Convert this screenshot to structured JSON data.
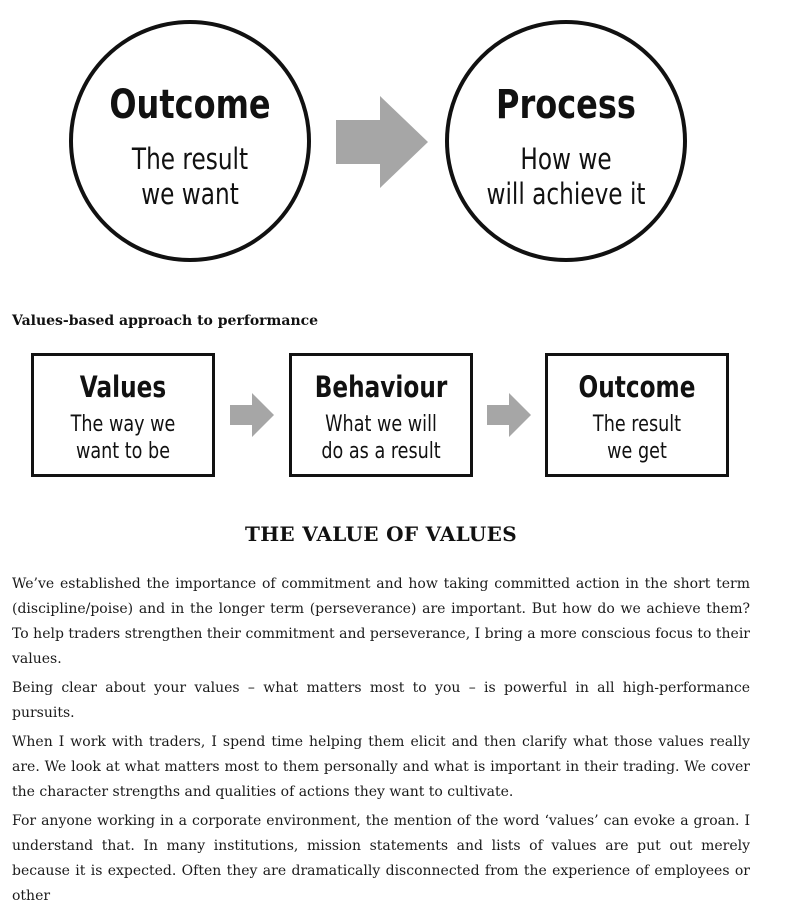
{
  "diagram_top": {
    "outcome": {
      "title": "Outcome",
      "line1": "The result",
      "line2": "we want"
    },
    "process": {
      "title": "Process",
      "line1": "How we",
      "line2": "will achieve it"
    },
    "arrow_color": "#a6a6a6"
  },
  "caption": "Values-based approach to performance",
  "diagram_boxes": {
    "values": {
      "title": "Values",
      "line1": "The way we",
      "line2": "want to be"
    },
    "behaviour": {
      "title": "Behaviour",
      "line1": "What we will",
      "line2": "do as a result"
    },
    "outcome": {
      "title": "Outcome",
      "line1": "The result",
      "line2": "we get"
    }
  },
  "heading": "THE VALUE OF VALUES",
  "paragraphs": [
    "We’ve established the importance of commitment and how taking committed action in the short term (discipline/poise) and in the longer term (perseverance) are important. But how do we achieve them? To help traders strengthen their commitment and perseverance, I bring a more conscious focus to their values.",
    "Being clear about your values – what matters most to you – is powerful in all high-performance pursuits.",
    "When I work with traders, I spend time helping them elicit and then clarify what those values really are. We look at what matters most to them personally and what is important in their trading. We cover the character strengths and qualities of actions they want to cultivate.",
    "For anyone working in a corporate environment, the mention of the word ‘values’ can evoke a groan. I understand that. In many institutions, mission statements and lists of values are put out merely because it is expected. Often they are dramatically disconnected from the experience of employees or other"
  ]
}
